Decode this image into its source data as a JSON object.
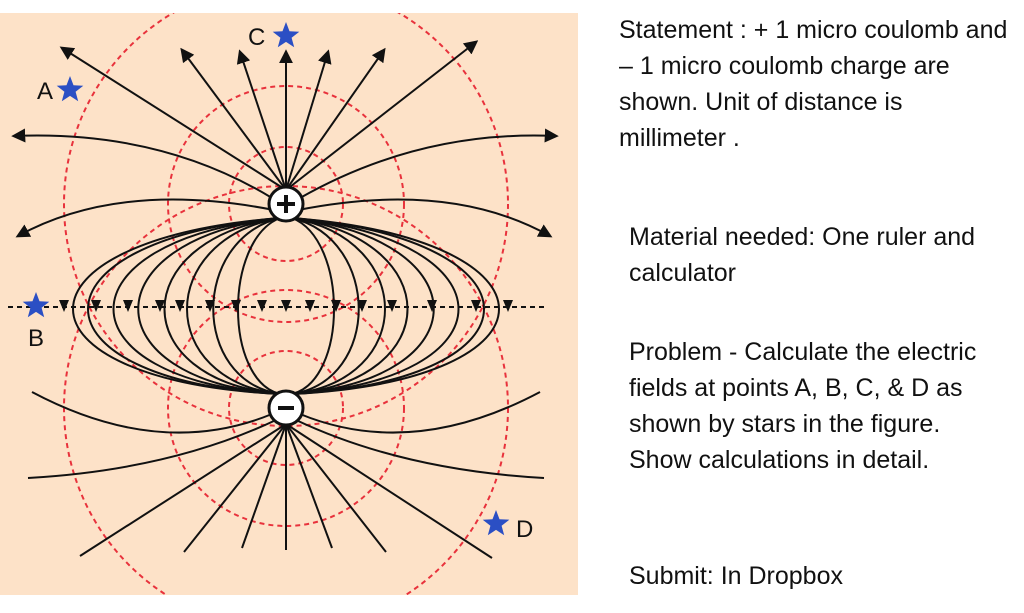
{
  "figure": {
    "points": [
      {
        "id": "A",
        "label": "A"
      },
      {
        "id": "B",
        "label": "B"
      },
      {
        "id": "C",
        "label": "C"
      },
      {
        "id": "D",
        "label": "D"
      }
    ],
    "charges": [
      {
        "id": "positive",
        "symbol": "+"
      },
      {
        "id": "negative",
        "symbol": "−"
      }
    ],
    "colors": {
      "background": "#fde2c8",
      "field_line": "#111111",
      "equipotential": "#e8323c",
      "star": "#2b4fc4"
    }
  },
  "text": {
    "statement": "Statement : + 1 micro coulomb and – 1 micro coulomb charge are shown. Unit of distance is millimeter .",
    "material": "Material needed: One ruler and calculator",
    "problem": "Problem - Calculate the electric fields at points A, B, C, & D as shown by stars in the figure. Show calculations in detail.",
    "submit": "Submit: In Dropbox"
  }
}
